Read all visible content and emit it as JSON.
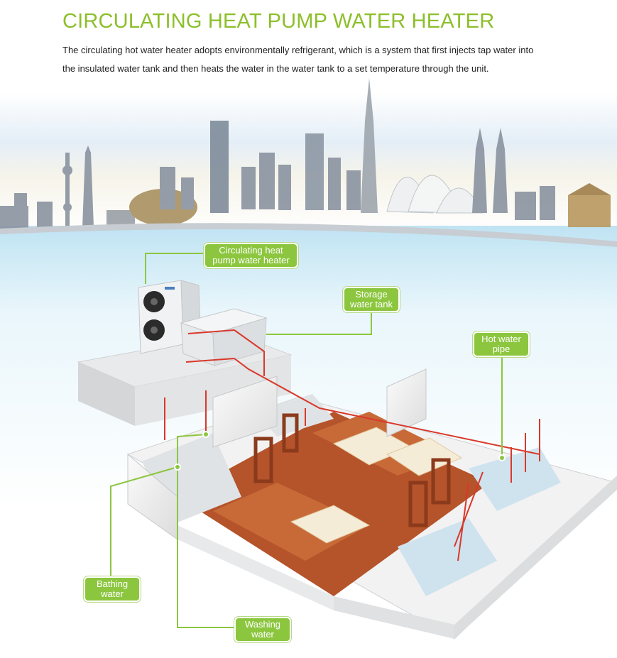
{
  "header": {
    "title": "CIRCULATING HEAT PUMP WATER HEATER",
    "description": "The circulating hot water heater adopts environmentally refrigerant, which is a system that first injects tap water into the insulated water tank and then heats the water in the water tank to a set temperature through the unit."
  },
  "callouts": {
    "heat_pump": [
      "Circulating heat",
      "pump water heater"
    ],
    "storage_tank": [
      "Storage",
      "water tank"
    ],
    "hot_water_pipe": [
      "Hot water",
      "pipe"
    ],
    "bathing_water": [
      "Bathing",
      "water"
    ],
    "washing_water": [
      "Washing",
      "water"
    ]
  },
  "colors": {
    "accent_green": "#8cc63f",
    "title_green": "#8cbf2a",
    "pipe_red": "#d9382b",
    "floor_wood": "#b5532a"
  }
}
